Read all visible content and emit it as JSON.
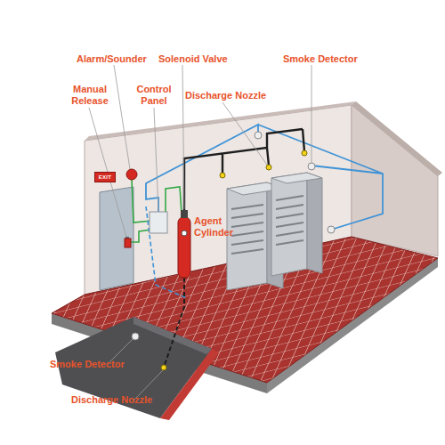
{
  "diagram": {
    "nodes": [
      {
        "text": [
          "EXIT"
        ]
      }
    ],
    "labels": [
      "Alarm/Sounder",
      "Solenoid Valve",
      "Smoke Detector",
      "Manual Release",
      "Control Panel",
      "Discharge Nozzle",
      "Agent Cylinder",
      "Smoke Detector",
      "Discharge Nozzle"
    ]
  }
}
